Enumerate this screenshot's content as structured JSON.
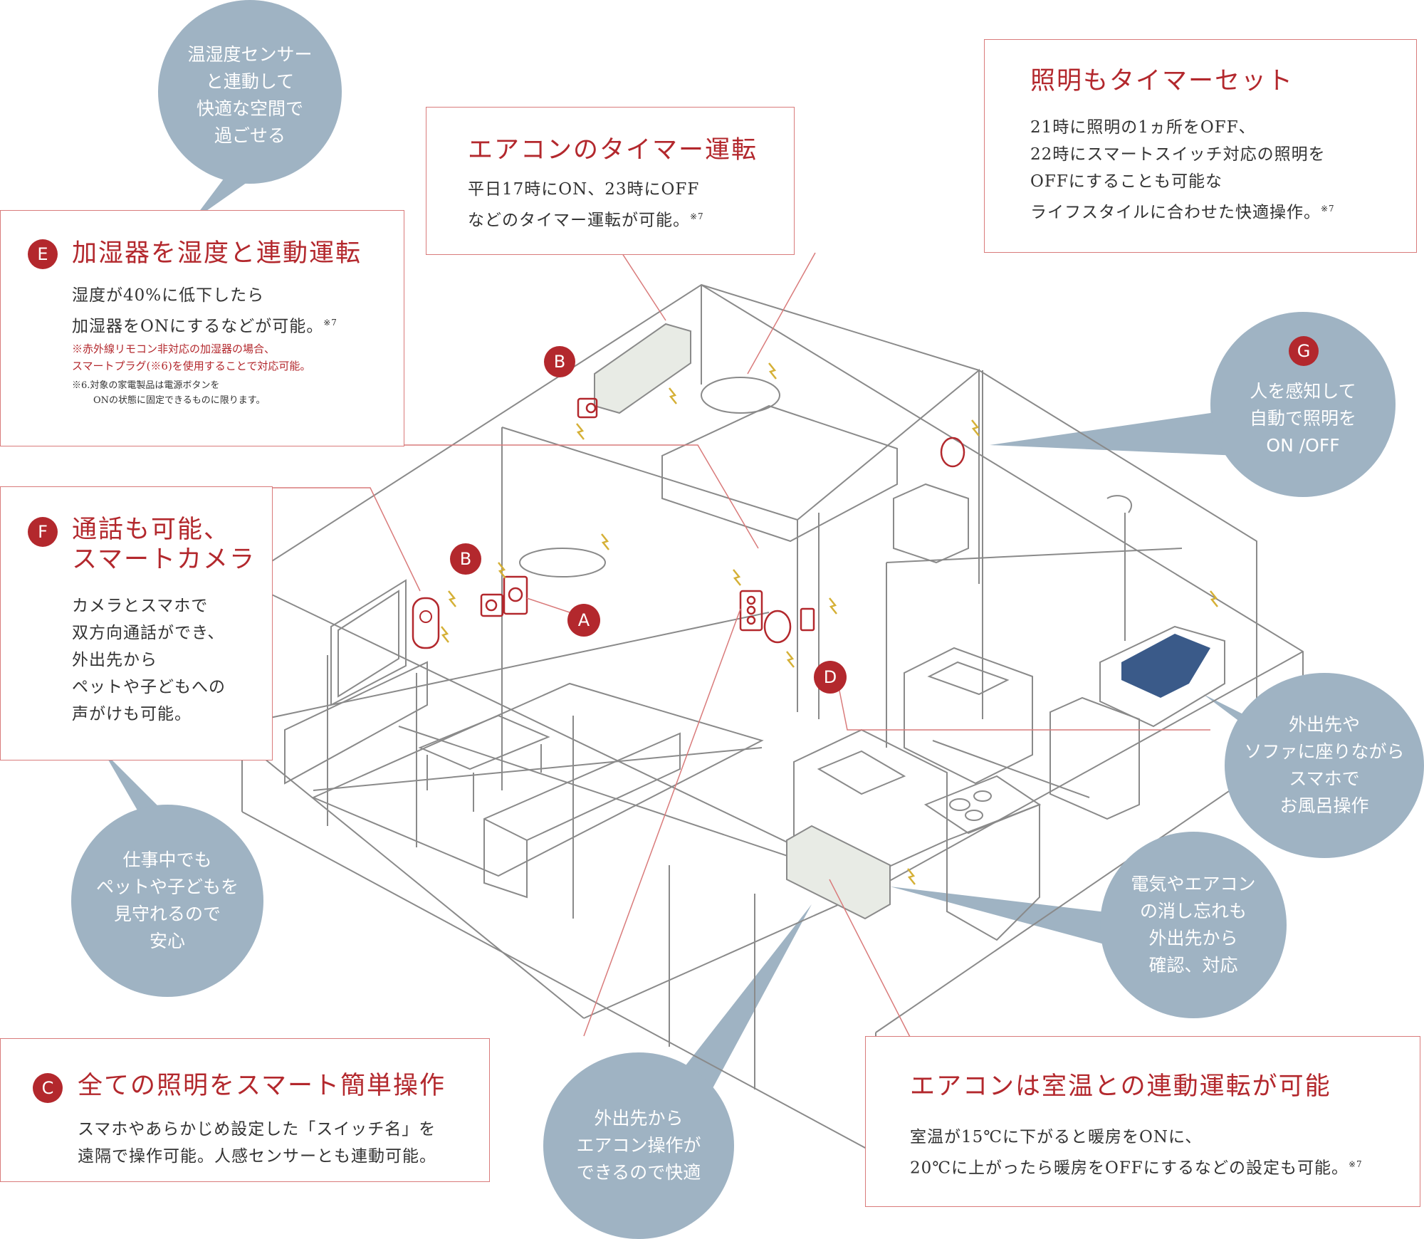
{
  "colors": {
    "accent": "#b3282d",
    "bubble": "#9fb3c3",
    "line": "#8a8a8a",
    "leader": "#d97b7b"
  },
  "box_e": {
    "badge": "E",
    "title": "加湿器を湿度と連動運転",
    "line1": "湿度が40%に低下したら",
    "line2": "加湿器をONにするなどが可能。",
    "ref": "※7",
    "note_red1": "※赤外線リモコン非対応の加湿器の場合、",
    "note_red2": "スマートプラグ(※6)を使用することで対応可能。",
    "note1": "※6.対象の家電製品は電源ボタンを",
    "note2": "ONの状態に固定できるものに限ります。"
  },
  "box_timer_ac": {
    "title": "エアコンのタイマー運転",
    "line1": "平日17時にON、23時にOFF",
    "line2": "などのタイマー運転が可能。",
    "ref": "※7"
  },
  "box_light_timer": {
    "title": "照明もタイマーセット",
    "line1": "21時に照明の1ヵ所をOFF、",
    "line2": "22時にスマートスイッチ対応の照明を",
    "line3": "OFFにすることも可能な",
    "line4": "ライフスタイルに合わせた快適操作。",
    "ref": "※7"
  },
  "box_f": {
    "badge": "F",
    "title1": "通話も可能、",
    "title2": "スマートカメラ",
    "line1": "カメラとスマホで",
    "line2": "双方向通話ができ、",
    "line3": "外出先から",
    "line4": "ペットや子どもへの",
    "line5": "声がけも可能。"
  },
  "box_c": {
    "badge": "C",
    "title": "全ての照明をスマート簡単操作",
    "line1": "スマホやあらかじめ設定した「スイッチ名」を",
    "line2": "遠隔で操作可能。人感センサーとも連動可能。"
  },
  "box_ac_temp": {
    "title": "エアコンは室温との連動運転が可能",
    "line1": "室温が15℃に下がると暖房をONに、",
    "line2": "20℃に上がったら暖房をOFFにするなどの設定も可能。",
    "ref": "※7"
  },
  "bubbles": {
    "sensor": [
      "温湿度センサー",
      "と連動して",
      "快適な空間で",
      "過ごせる"
    ],
    "g_badge": "G",
    "motion": [
      "人を感知して",
      "自動で照明を",
      "ON /OFF"
    ],
    "bath": [
      "外出先や",
      "ソファに座りながら",
      "スマホで",
      "お風呂操作"
    ],
    "forget": [
      "電気やエアコン",
      "の消し忘れも",
      "外出先から",
      "確認、対応"
    ],
    "watch": [
      "仕事中でも",
      "ペットや子どもを",
      "見守れるので",
      "安心"
    ],
    "remote_ac": [
      "外出先から",
      "エアコン操作が",
      "できるので快適"
    ]
  },
  "markers": {
    "a": "A",
    "b1": "B",
    "b2": "B",
    "d": "D"
  }
}
